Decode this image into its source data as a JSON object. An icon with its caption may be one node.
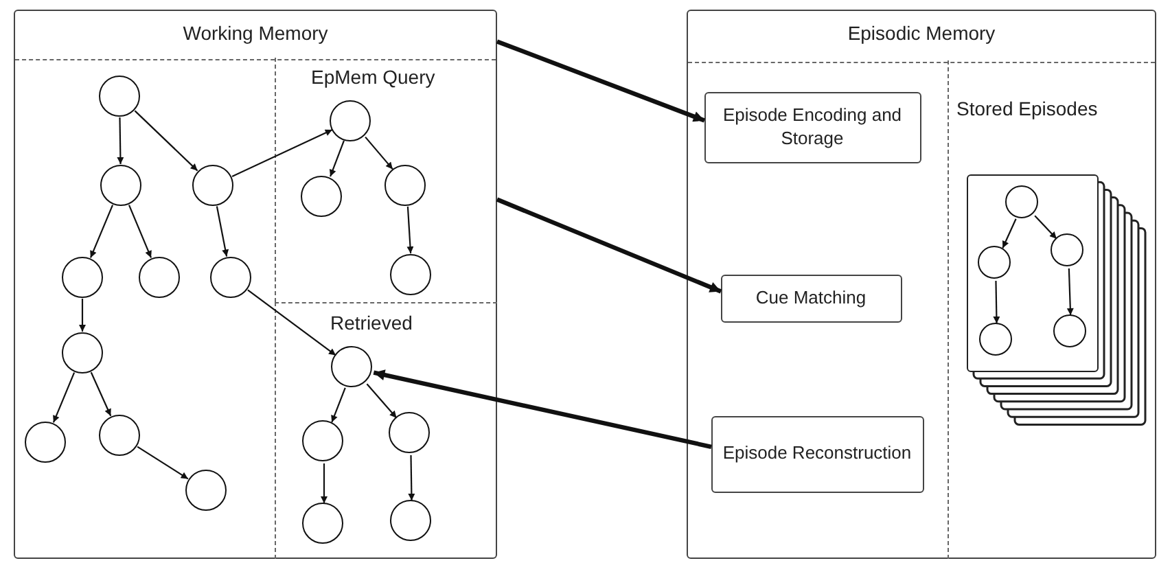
{
  "diagram": {
    "nodes": [
      {
        "text": [
          "Working Memory"
        ]
      },
      {
        "text": [],
        "shape": "circle",
        "in": 0
      },
      {
        "text": [],
        "shape": "circle",
        "in": 0
      },
      {
        "text": [],
        "shape": "circle",
        "in": 0
      },
      {
        "text": [],
        "shape": "circle",
        "in": 0
      },
      {
        "text": [],
        "shape": "circle",
        "in": 0
      },
      {
        "text": [],
        "shape": "circle",
        "in": 0
      },
      {
        "text": [],
        "shape": "circle",
        "in": 0
      },
      {
        "text": [],
        "shape": "circle",
        "in": 0
      },
      {
        "text": [],
        "shape": "circle",
        "in": 0
      },
      {
        "text": [],
        "shape": "circle",
        "in": 0
      },
      {
        "text": [
          "EpMem Query"
        ],
        "in": 0
      },
      {
        "text": [],
        "shape": "circle",
        "in": 11
      },
      {
        "text": [],
        "shape": "circle",
        "in": 11
      },
      {
        "text": [],
        "shape": "circle",
        "in": 11
      },
      {
        "text": [],
        "shape": "circle",
        "in": 11
      },
      {
        "text": [
          "Retrieved"
        ],
        "in": 0
      },
      {
        "text": [],
        "shape": "circle",
        "in": 16
      },
      {
        "text": [],
        "shape": "circle",
        "in": 16
      },
      {
        "text": [],
        "shape": "circle",
        "in": 16
      },
      {
        "text": [],
        "shape": "circle",
        "in": 16
      },
      {
        "text": [],
        "shape": "circle",
        "in": 16
      },
      {
        "text": [
          "Episodic Memory"
        ]
      },
      {
        "text": [
          "Episode Encoding and Storage"
        ],
        "in": 22
      },
      {
        "text": [
          "Cue Matching"
        ],
        "in": 22
      },
      {
        "text": [
          "Episode Reconstruction"
        ],
        "in": 22
      },
      {
        "text": [
          "Stored Episodes"
        ],
        "in": 22
      },
      {
        "text": [],
        "shape": "box",
        "in": 26
      },
      {
        "text": [],
        "shape": "circle",
        "in": 27
      },
      {
        "text": [],
        "shape": "circle",
        "in": 27
      },
      {
        "text": [],
        "shape": "circle",
        "in": 27
      },
      {
        "text": [],
        "shape": "circle",
        "in": 27
      },
      {
        "text": [],
        "shape": "circle",
        "in": 27
      }
    ],
    "edges": [
      {
        "from": 1,
        "to": 2,
        "arrow": "to"
      },
      {
        "from": 1,
        "to": 3,
        "arrow": "to"
      },
      {
        "from": 2,
        "to": 4,
        "arrow": "to"
      },
      {
        "from": 2,
        "to": 5,
        "arrow": "to"
      },
      {
        "from": 3,
        "to": 6,
        "arrow": "to"
      },
      {
        "from": 3,
        "to": 12,
        "arrow": "to"
      },
      {
        "from": 4,
        "to": 7,
        "arrow": "to"
      },
      {
        "from": 7,
        "to": 8,
        "arrow": "to"
      },
      {
        "from": 7,
        "to": 9,
        "arrow": "to"
      },
      {
        "from": 9,
        "to": 10,
        "arrow": "to"
      },
      {
        "from": 12,
        "to": 13,
        "arrow": "to"
      },
      {
        "from": 12,
        "to": 14,
        "arrow": "to"
      },
      {
        "from": 14,
        "to": 15,
        "arrow": "to"
      },
      {
        "from": 6,
        "to": 17,
        "arrow": "to"
      },
      {
        "from": 17,
        "to": 18,
        "arrow": "to"
      },
      {
        "from": 17,
        "to": 19,
        "arrow": "to"
      },
      {
        "from": 18,
        "to": 20,
        "arrow": "to"
      },
      {
        "from": 19,
        "to": 21,
        "arrow": "to"
      },
      {
        "from": 28,
        "to": 29,
        "arrow": "to"
      },
      {
        "from": 28,
        "to": 30,
        "arrow": "to"
      },
      {
        "from": 29,
        "to": 31,
        "arrow": "to"
      },
      {
        "from": 30,
        "to": 32,
        "arrow": "to"
      },
      {
        "from": 0,
        "to": 23,
        "arrow": "to",
        "style": "thick"
      },
      {
        "from": 11,
        "to": 24,
        "arrow": "to",
        "style": "thick"
      },
      {
        "from": 25,
        "to": 17,
        "arrow": "to",
        "style": "thick"
      }
    ]
  }
}
